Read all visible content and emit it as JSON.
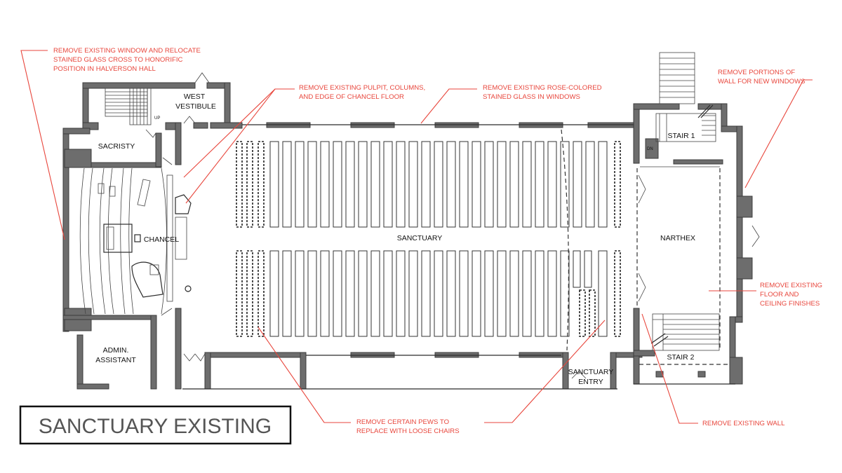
{
  "title": "SANCTUARY EXISTING",
  "rooms": {
    "west_vestibule_1": "WEST",
    "west_vestibule_2": "VESTIBULE",
    "sacristy": "SACRISTY",
    "chancel": "CHANCEL",
    "admin_1": "ADMIN.",
    "admin_2": "ASSISTANT",
    "sanctuary": "SANCTUARY",
    "narthex": "NARTHEX",
    "stair_1": "STAIR 1",
    "stair_2": "STAIR 2",
    "sanctuary_entry_1": "SANCTUARY",
    "sanctuary_entry_2": "ENTRY",
    "up": "UP",
    "dn": "DN"
  },
  "notes": {
    "window_cross": [
      "REMOVE EXISTING WINDOW AND RELOCATE",
      "STAINED GLASS CROSS TO HONORIFIC",
      "POSITION IN HALVERSON HALL"
    ],
    "pulpit": [
      "REMOVE EXISTING PULPIT, COLUMNS,",
      "AND EDGE OF CHANCEL FLOOR"
    ],
    "rose_glass": [
      "REMOVE EXISTING ROSE-COLORED",
      "STAINED GLASS IN WINDOWS"
    ],
    "wall_portions": [
      "REMOVE PORTIONS OF",
      "WALL FOR NEW WINDOWS"
    ],
    "floor_ceiling": [
      "REMOVE EXISTING",
      "FLOOR AND",
      "CEILING FINISHES"
    ],
    "pews": [
      "REMOVE CERTAIN PEWS TO",
      "REPLACE WITH LOOSE CHAIRS"
    ],
    "existing_wall": [
      "REMOVE EXISTING WALL"
    ]
  },
  "colors": {
    "annotation": "#e8463c",
    "wall": "#6d6d6d",
    "title_text": "#555555"
  }
}
